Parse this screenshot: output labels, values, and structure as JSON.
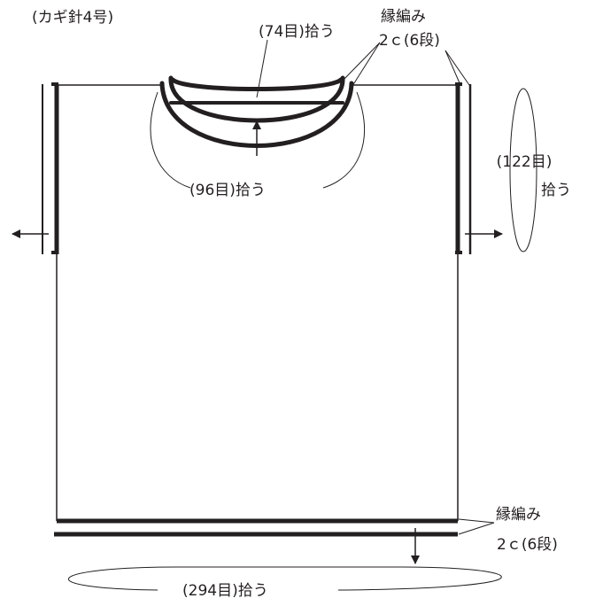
{
  "hook": "(カギ針4号)",
  "neck": {
    "back_pickup": "(74目)拾う",
    "front_pickup": "(96目)拾う",
    "edging_line1": "縁編み",
    "edging_line2": "2ｃ(6段)"
  },
  "sleeve": {
    "pickup_line1": "(122目)",
    "pickup_line2": "拾う"
  },
  "hem": {
    "edging_line1": "縁編み",
    "edging_line2": "2ｃ(6段)",
    "pickup": "(294目)拾う"
  },
  "colors": {
    "ink": "#231f20",
    "background": "#ffffff"
  }
}
